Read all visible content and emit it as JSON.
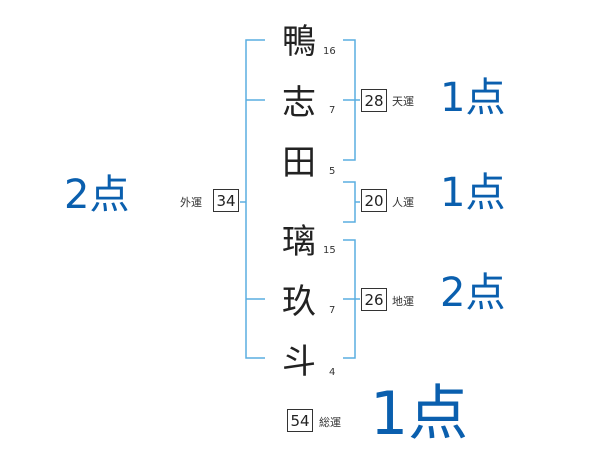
{
  "name_chars": [
    {
      "char": "鴨",
      "strokes": "16"
    },
    {
      "char": "志",
      "strokes": "7"
    },
    {
      "char": "田",
      "strokes": "5"
    },
    {
      "char": "璃",
      "strokes": "15"
    },
    {
      "char": "玖",
      "strokes": "7"
    },
    {
      "char": "斗",
      "strokes": "4"
    }
  ],
  "fortunes": {
    "tenun": {
      "label": "天運",
      "value": "28",
      "score": "1点"
    },
    "jinun": {
      "label": "人運",
      "value": "20",
      "score": "1点"
    },
    "chiun": {
      "label": "地運",
      "value": "26",
      "score": "2点"
    },
    "gaiun": {
      "label": "外運",
      "value": "34",
      "score": "2点"
    },
    "souun": {
      "label": "総運",
      "value": "54",
      "score": "1点"
    }
  },
  "colors": {
    "bracket": "#5aaee0",
    "score": "#0a5fae",
    "text": "#222222"
  }
}
